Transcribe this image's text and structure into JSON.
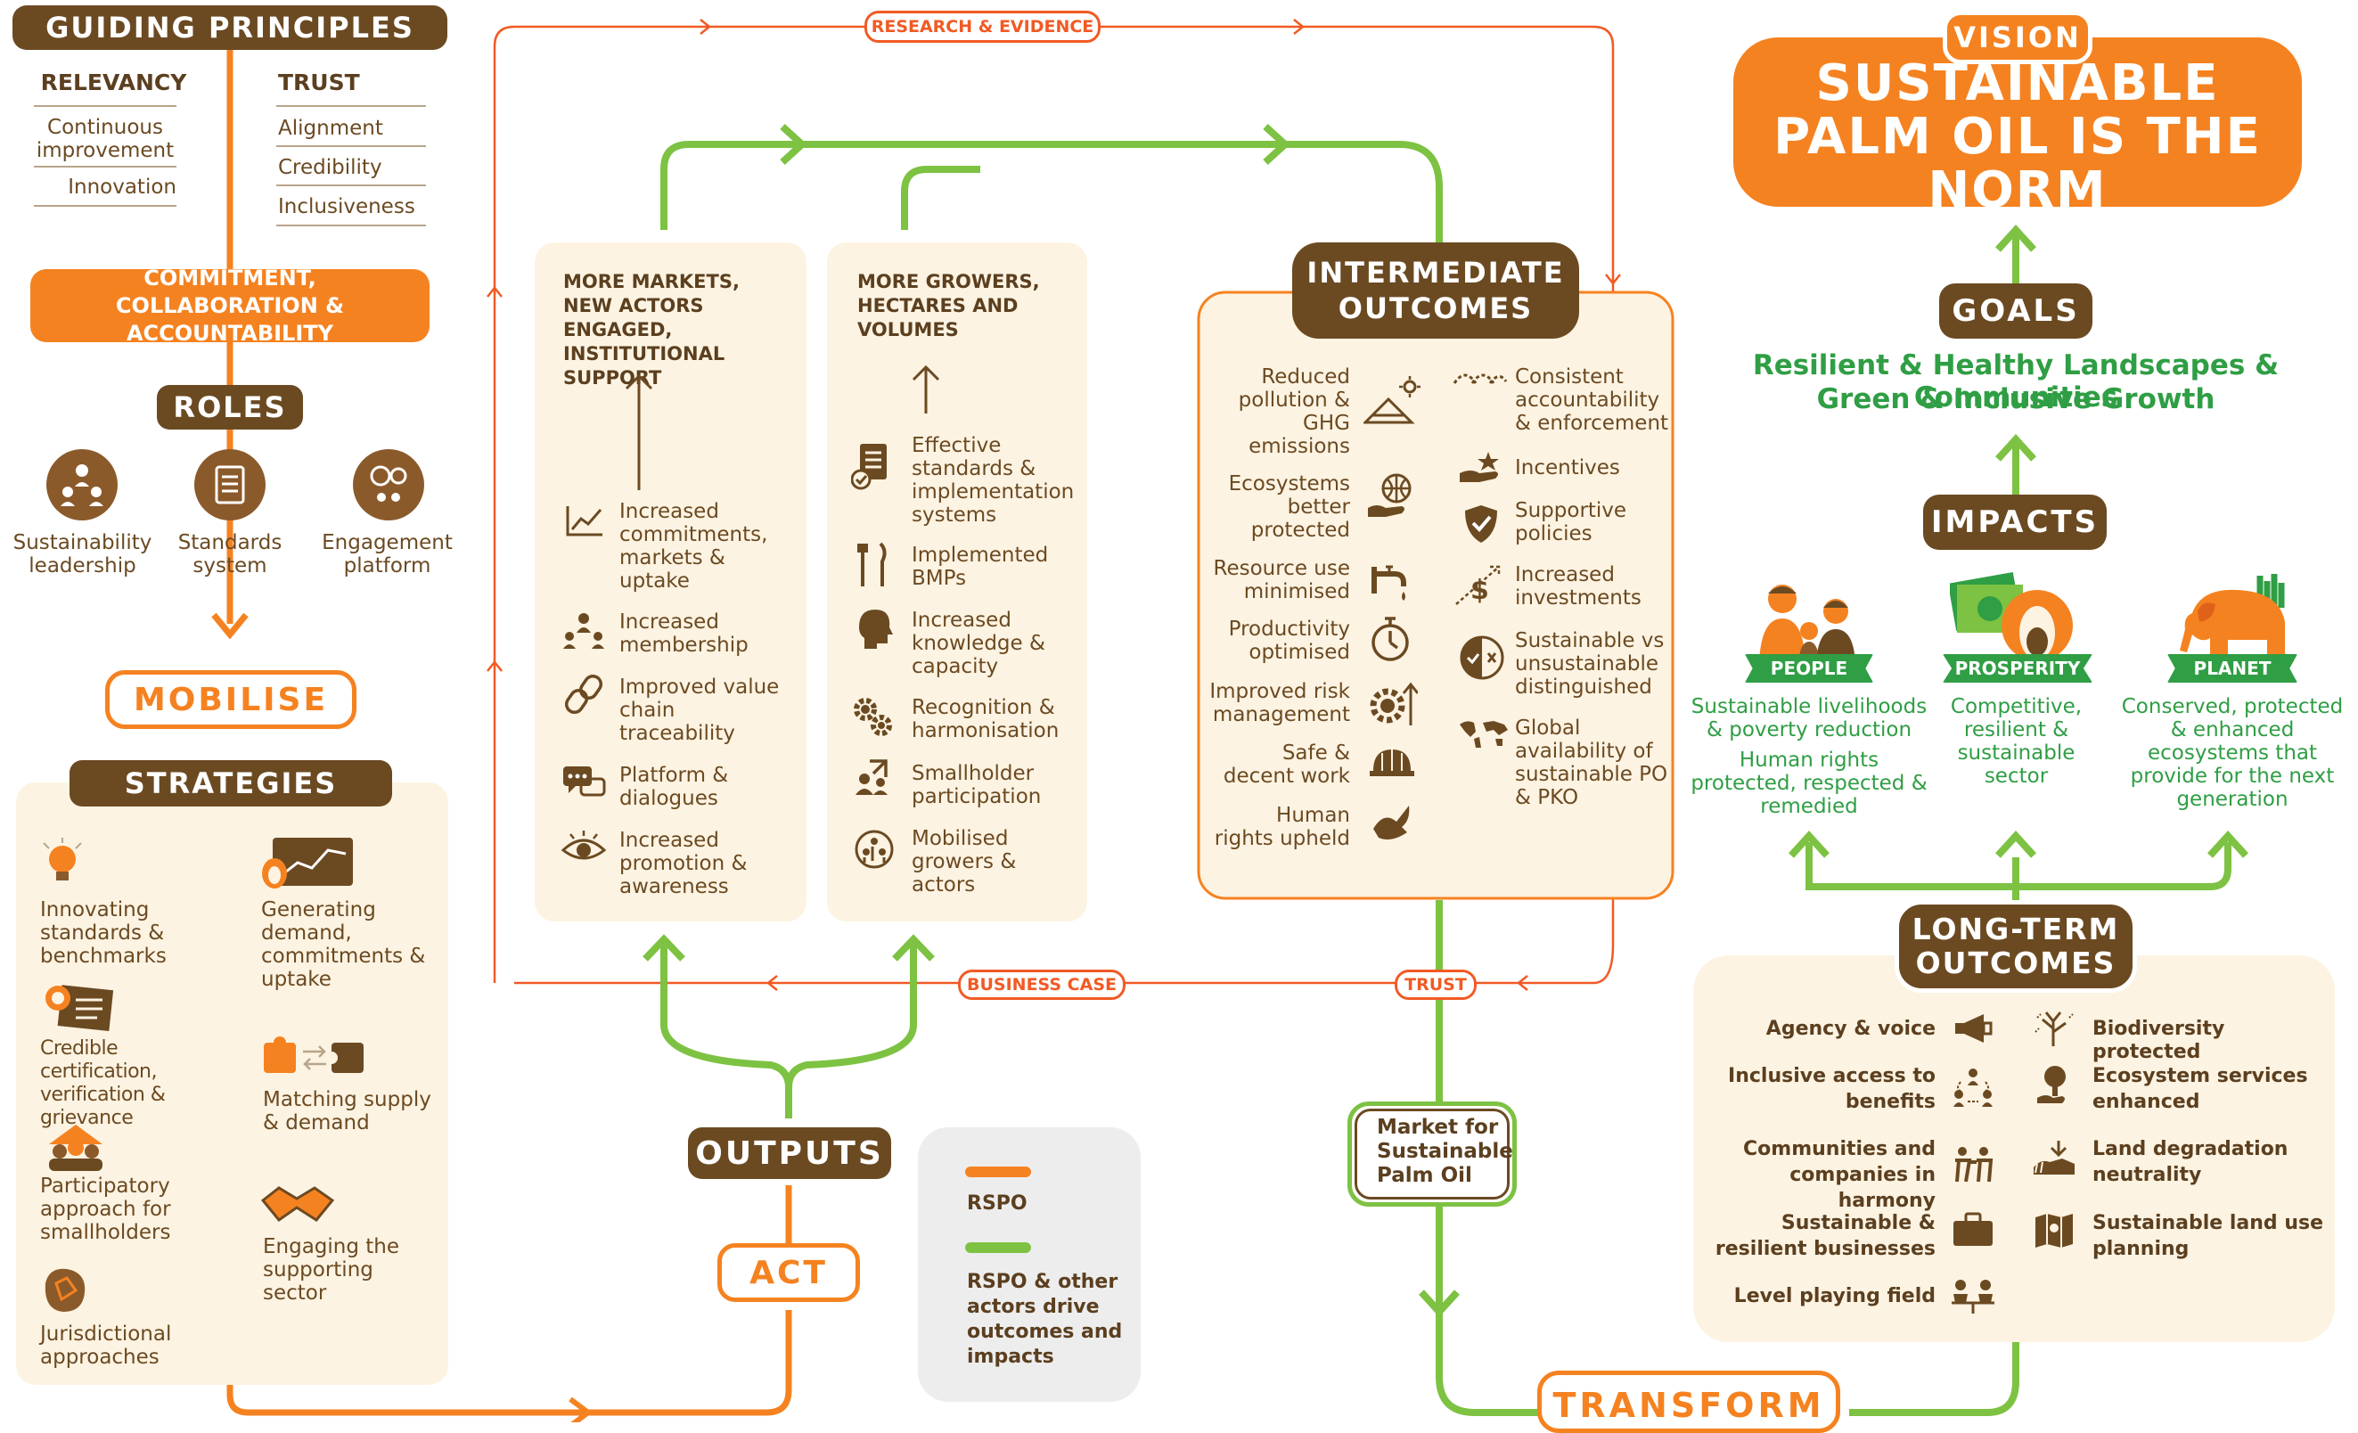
{
  "guiding": {
    "title": "GUIDING PRINCIPLES",
    "relevancy": "RELEVANCY",
    "trust": "TRUST",
    "relevancy_items": [
      "Continuous improvement",
      "Innovation"
    ],
    "trust_items": [
      "Alignment",
      "Credibility",
      "Inclusiveness"
    ]
  },
  "commitment": "COMMITMENT, COLLABORATION & ACCOUNTABILITY",
  "roles": {
    "title": "ROLES",
    "items": [
      "Sustainability leadership",
      "Standards system",
      "Engagement platform"
    ]
  },
  "mobilise": "MOBILISE",
  "strategies": {
    "title": "STRATEGIES",
    "left": [
      "Innovating standards & benchmarks",
      "Credible certification, verification & grievance",
      "Participatory approach for smallholders",
      "Jurisdictional approaches"
    ],
    "right": [
      "Generating demand, commitments & uptake",
      "Matching supply & demand",
      "Engaging the supporting sector"
    ]
  },
  "flow_labels": {
    "research": "RESEARCH & EVIDENCE",
    "business": "BUSINESS CASE",
    "trust": "TRUST"
  },
  "markets": {
    "title": "MORE MARKETS, NEW ACTORS ENGAGED, INSTITUTIONAL SUPPORT",
    "items": [
      "Increased commitments, markets & uptake",
      "Increased membership",
      "Improved value chain traceability",
      "Platform & dialogues",
      "Increased promotion & awareness"
    ]
  },
  "growers": {
    "title": "MORE GROWERS, HECTARES AND VOLUMES",
    "items": [
      "Effective standards & implementation systems",
      "Implemented BMPs",
      "Increased knowledge & capacity",
      "Recognition & harmonisation",
      "Smallholder participation",
      "Mobilised growers & actors"
    ]
  },
  "intermediate": {
    "title": "INTERMEDIATE OUTCOMES",
    "left": [
      "Reduced pollution & GHG emissions",
      "Ecosystems better protected",
      "Resource use minimised",
      "Productivity optimised",
      "Improved risk management",
      "Safe & decent work",
      "Human rights upheld"
    ],
    "right": [
      "Consistent accountability & enforcement",
      "Incentives",
      "Supportive policies",
      "Increased investments",
      "Sustainable vs unsustainable distinguished",
      "Global availability of sustainable PO & PKO"
    ]
  },
  "outputs": "OUTPUTS",
  "act": "ACT",
  "legend": {
    "rspo": "RSPO",
    "others": "RSPO & other actors drive outcomes and impacts",
    "orange": "#f58220",
    "green": "#7dc242"
  },
  "market_box": "Market for Sustainable Palm Oil",
  "transform": "TRANSFORM",
  "vision": {
    "label": "VISION",
    "text": "SUSTAINABLE PALM OIL IS THE NORM"
  },
  "goals": {
    "label": "GOALS",
    "line1": "Resilient & Healthy Landscapes & Communities",
    "line2": "Green & Inclusive Growth"
  },
  "impacts": {
    "label": "IMPACTS",
    "people": {
      "tag": "PEOPLE",
      "text1": "Sustainable livelihoods & poverty reduction",
      "text2": "Human rights protected, respected & remedied"
    },
    "prosperity": {
      "tag": "PROSPERITY",
      "text1": "Competitive, resilient & sustainable sector"
    },
    "planet": {
      "tag": "PLANET",
      "text1": "Conserved, protected & enhanced ecosystems that provide for the next generation"
    }
  },
  "longterm": {
    "title": "LONG-TERM OUTCOMES",
    "left": [
      "Agency & voice",
      "Inclusive access to benefits",
      "Communities and companies in harmony",
      "Sustainable & resilient businesses",
      "Level playing field"
    ],
    "right": [
      "Biodiversity protected",
      "Ecosystem services enhanced",
      "Land degradation neutrality",
      "Sustainable land use planning"
    ]
  }
}
